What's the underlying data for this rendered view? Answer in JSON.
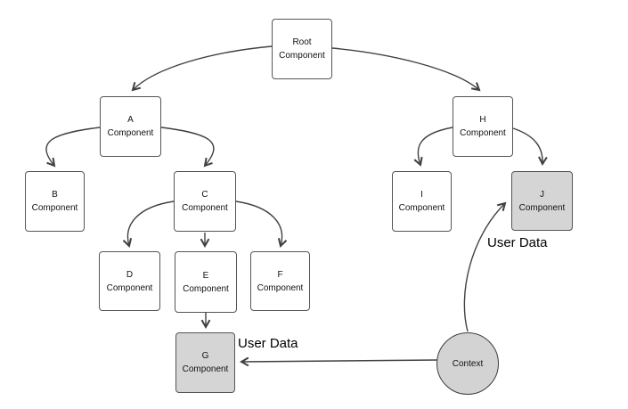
{
  "diagram": {
    "nodes": [
      {
        "id": "root",
        "label": "Root",
        "sublabel": "Component",
        "shaded": false
      },
      {
        "id": "a",
        "label": "A",
        "sublabel": "Component",
        "shaded": false
      },
      {
        "id": "b",
        "label": "B",
        "sublabel": "Component",
        "shaded": false
      },
      {
        "id": "c",
        "label": "C",
        "sublabel": "Component",
        "shaded": false
      },
      {
        "id": "d",
        "label": "D",
        "sublabel": "Component",
        "shaded": false
      },
      {
        "id": "e",
        "label": "E",
        "sublabel": "Component",
        "shaded": false
      },
      {
        "id": "f",
        "label": "F",
        "sublabel": "Component",
        "shaded": false
      },
      {
        "id": "g",
        "label": "G",
        "sublabel": "Component",
        "shaded": true
      },
      {
        "id": "h",
        "label": "H",
        "sublabel": "Component",
        "shaded": false
      },
      {
        "id": "i",
        "label": "I",
        "sublabel": "Component",
        "shaded": false
      },
      {
        "id": "j",
        "label": "J",
        "sublabel": "Component",
        "shaded": true
      }
    ],
    "context_node": {
      "label": "Context",
      "shape": "circle",
      "shaded": true
    },
    "edges": [
      {
        "from": "Root Component",
        "to": "A Component"
      },
      {
        "from": "Root Component",
        "to": "H Component"
      },
      {
        "from": "A Component",
        "to": "B Component"
      },
      {
        "from": "A Component",
        "to": "C Component"
      },
      {
        "from": "C Component",
        "to": "D Component"
      },
      {
        "from": "C Component",
        "to": "E Component"
      },
      {
        "from": "C Component",
        "to": "F Component"
      },
      {
        "from": "E Component",
        "to": "G Component"
      },
      {
        "from": "H Component",
        "to": "I Component"
      },
      {
        "from": "H Component",
        "to": "J Component"
      },
      {
        "from": "Context",
        "to": "G Component",
        "label": "User Data"
      },
      {
        "from": "Context",
        "to": "J Component",
        "label": "User Data"
      }
    ],
    "annotations": [
      {
        "id": "user-data-g",
        "text": "User Data"
      },
      {
        "id": "user-data-j",
        "text": "User Data"
      }
    ],
    "colors": {
      "background": "#ffffff",
      "node_fill": "#ffffff",
      "shaded_fill": "#d5d5d5",
      "node_border": "#555555",
      "arrow": "#404040",
      "text": "#111111"
    }
  }
}
